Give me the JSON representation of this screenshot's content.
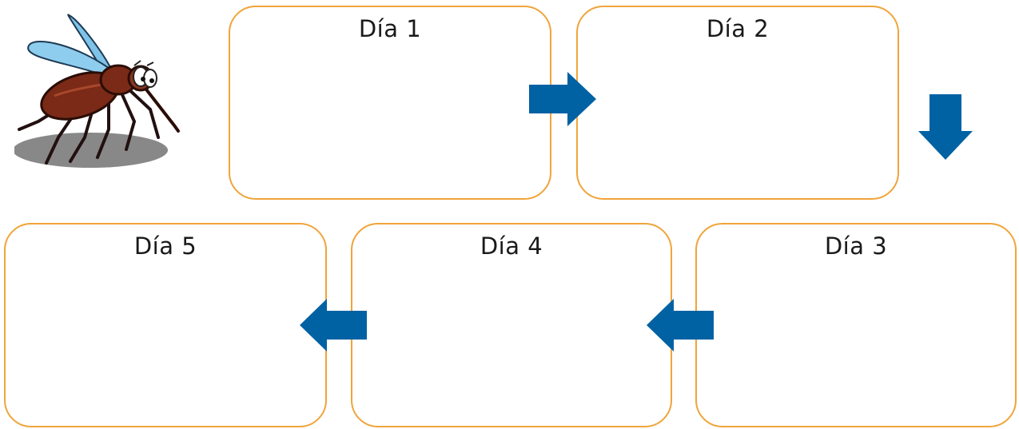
{
  "days": [
    {
      "label": "Día 1"
    },
    {
      "label": "Día 2"
    },
    {
      "label": "Día 3"
    },
    {
      "label": "Día 4"
    },
    {
      "label": "Día 5"
    }
  ],
  "colors": {
    "box_border": "#f0a43a",
    "arrow": "#0062a3",
    "mosquito_body": "#7a2a16",
    "mosquito_wing": "#7fc3e8",
    "shadow": "#888888"
  },
  "icons": {
    "illustration": "mosquito-icon",
    "arrows": [
      "arrow-right-icon",
      "arrow-down-icon",
      "arrow-left-icon",
      "arrow-left-icon"
    ]
  }
}
